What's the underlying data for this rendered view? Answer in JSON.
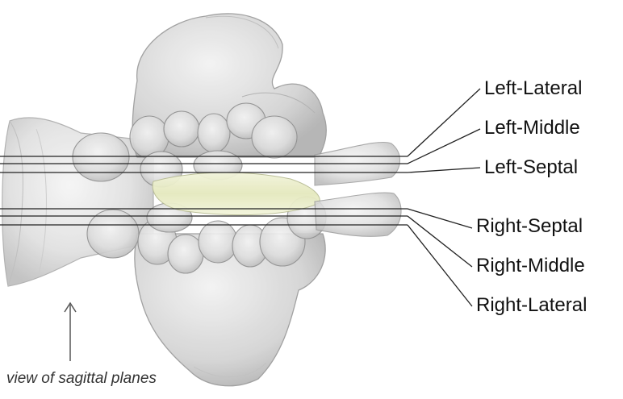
{
  "figure": {
    "planes": [
      {
        "label": "Left-Lateral"
      },
      {
        "label": "Left-Middle"
      },
      {
        "label": "Left-Septal"
      },
      {
        "label": "Right-Septal"
      },
      {
        "label": "Right-Middle"
      },
      {
        "label": "Right-Lateral"
      }
    ],
    "caption": "view of sagittal planes"
  },
  "colors": {
    "tissue_fill": "#d9d9d9",
    "tissue_edge": "#9a9a9a",
    "septum_tint": "#e9ecc8",
    "plane_line": "#222222",
    "arrow": "#555555"
  },
  "icons": {
    "direction": "up-arrow-icon"
  }
}
